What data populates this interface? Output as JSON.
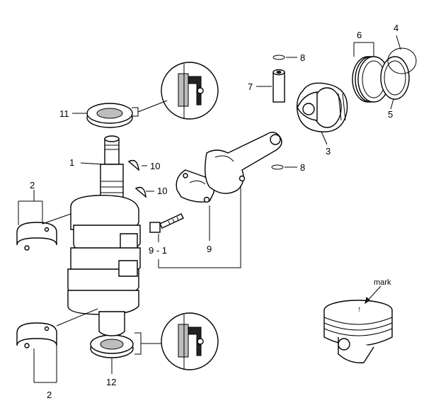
{
  "diagram": {
    "labels": {
      "crankshaft": "1",
      "main_bearing_upper": "2",
      "main_bearing_lower": "2",
      "piston": "3",
      "top_ring": "4",
      "second_ring": "5",
      "oil_ring": "6",
      "piston_pin": "7",
      "pin_clip_top": "8",
      "pin_clip_bottom": "8",
      "rod_bolt": "9 - 1",
      "rod_cap": "9",
      "key_upper": "10",
      "key_lower": "10",
      "upper_oil_seal": "11",
      "lower_oil_seal": "12",
      "piston_mark": "mark"
    }
  }
}
